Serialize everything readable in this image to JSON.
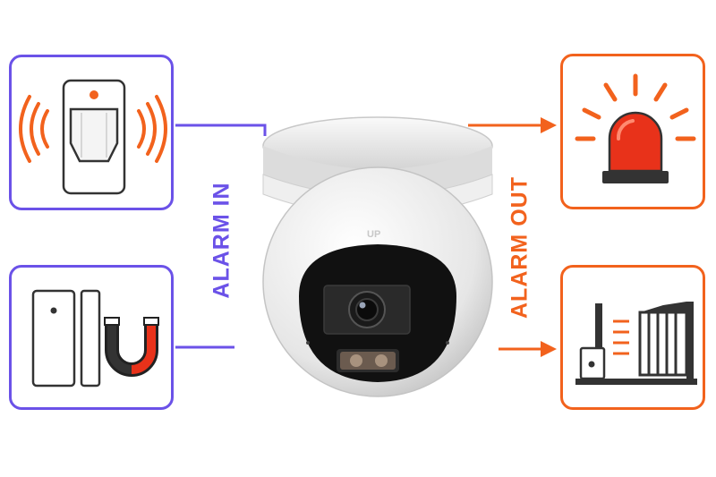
{
  "labels": {
    "alarm_in": "ALARM IN",
    "alarm_out": "ALARM OUT",
    "camera_mark": "UP"
  },
  "colors": {
    "input_accent": "#6b52e8",
    "output_accent": "#f2621d",
    "siren_red": "#e8321a"
  },
  "inputs": [
    {
      "icon": "motion-sensor-icon"
    },
    {
      "icon": "door-magnet-sensor-icon"
    }
  ],
  "outputs": [
    {
      "icon": "siren-light-icon"
    },
    {
      "icon": "gate-barrier-icon"
    }
  ],
  "device": {
    "icon": "dome-camera-icon"
  }
}
